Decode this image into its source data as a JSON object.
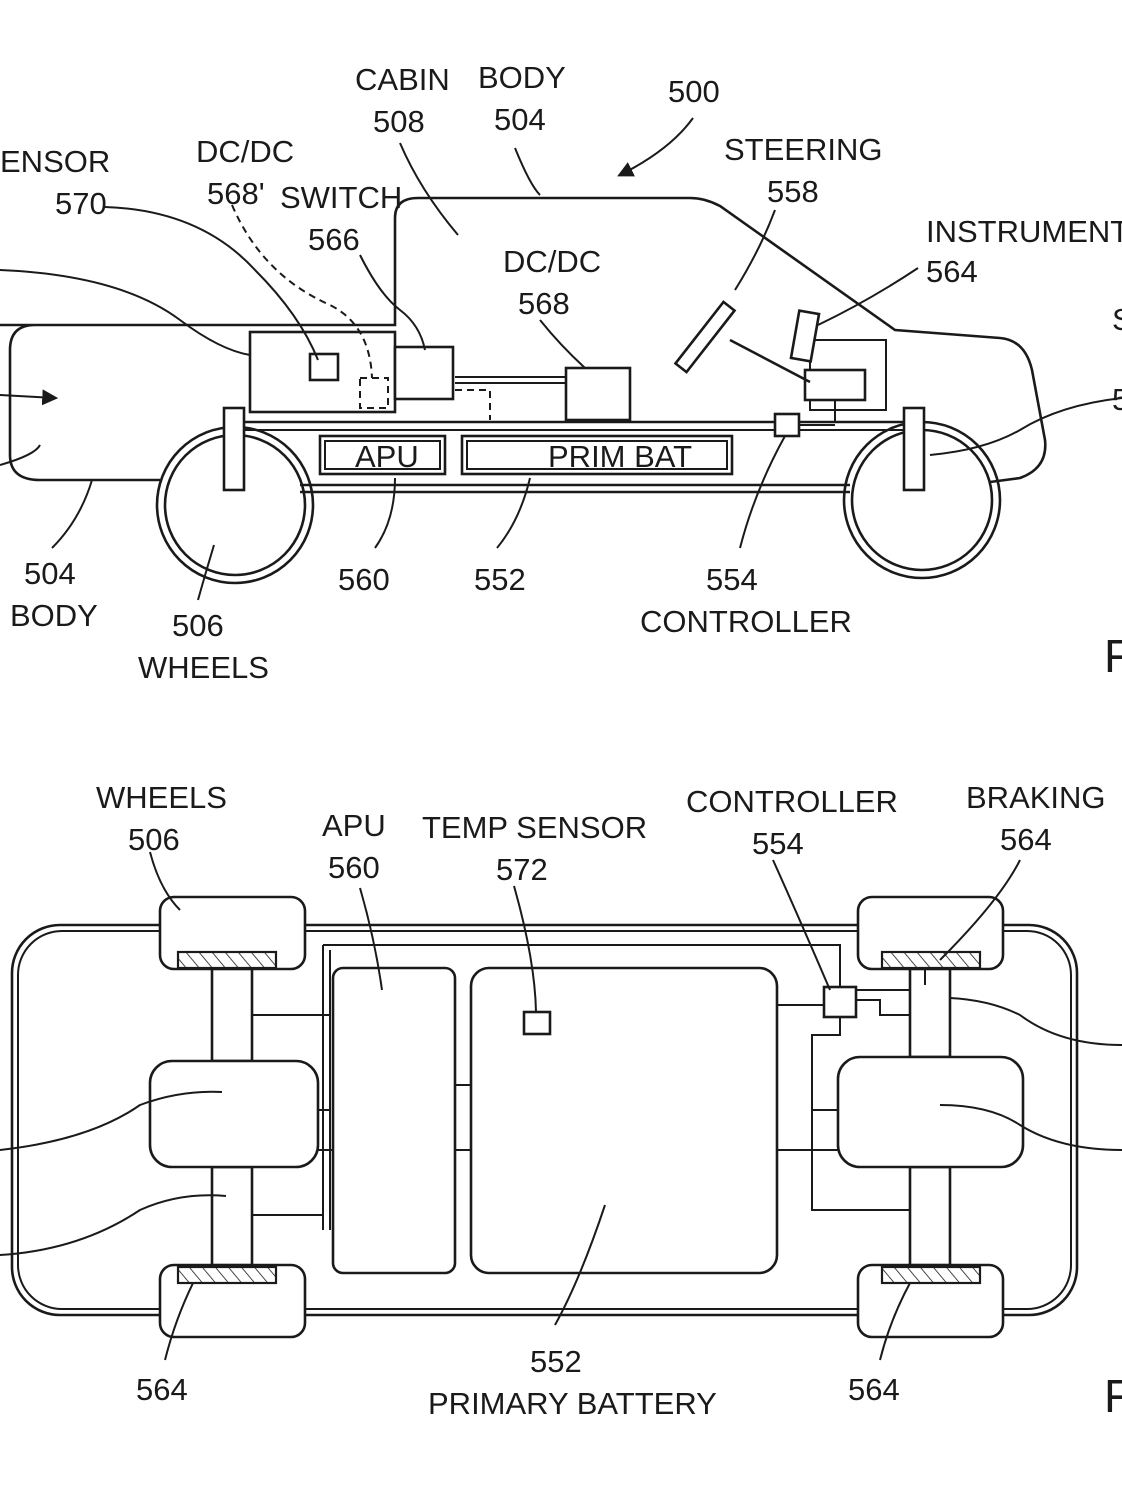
{
  "fig_a": {
    "labels": {
      "cabin": "CABIN",
      "cabin_num": "508",
      "body_top": "BODY",
      "body_top_num": "504",
      "vehicle_num": "500",
      "steering": "STEERING",
      "steering_num": "558",
      "instrument": "INSTRUMENT PA",
      "instrument_num": "564",
      "sensor": "ENSOR",
      "sensor_num": "570",
      "dcdc_dashed": "DC/DC",
      "dcdc_dashed_num": "568'",
      "switch": "SWITCH",
      "switch_num": "566",
      "dcdc": "DC/DC",
      "dcdc_num": "568",
      "apu_box": "APU",
      "prim_bat_box": "PRIM BAT",
      "body_bottom_num": "504",
      "body_bottom": "BODY",
      "wheels_num": "506",
      "wheels": "WHEELS",
      "apu_num": "560",
      "prim_bat_num": "552",
      "controller_num": "554",
      "controller": "CONTROLLER",
      "right_edge_s": "S",
      "right_edge_5": "5",
      "fig_letter": "F"
    }
  },
  "fig_b": {
    "labels": {
      "wheels": "WHEELS",
      "wheels_num": "506",
      "apu": "APU",
      "apu_num": "560",
      "temp_sensor": "TEMP SENSOR",
      "temp_sensor_num": "572",
      "controller": "CONTROLLER",
      "controller_num": "554",
      "braking": "BRAKING",
      "braking_num": "564",
      "brake_left_num": "564",
      "primary_battery_num": "552",
      "primary_battery": "PRIMARY BATTERY",
      "brake_right_num": "564",
      "fig_letter": "F"
    }
  }
}
